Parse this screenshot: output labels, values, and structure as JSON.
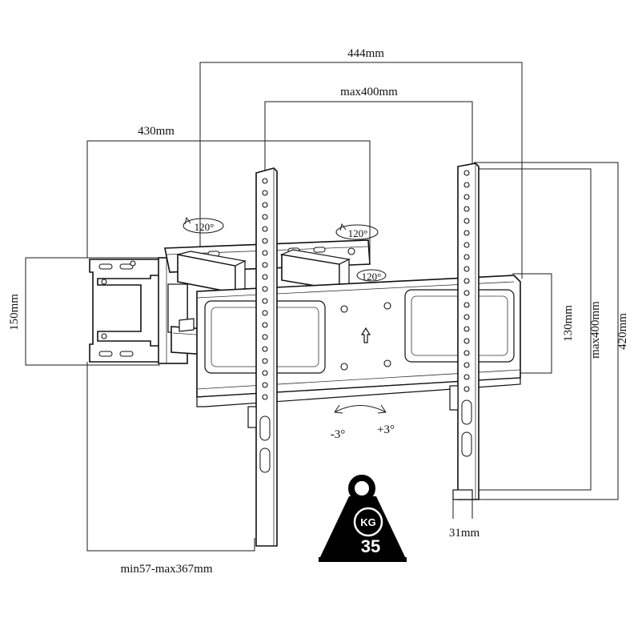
{
  "dimensions": {
    "width_444": "444mm",
    "max_400_top": "max400mm",
    "width_430": "430mm",
    "height_150": "150mm",
    "height_130": "130mm",
    "max_400_side": "max400mm",
    "height_420": "420mm",
    "depth_31": "31mm",
    "extension": "min57-max367mm"
  },
  "rotation": {
    "swivel_left": "120°",
    "swivel_right": "120°",
    "swivel_plate": "120°",
    "tilt_minus": "-3°",
    "tilt_plus": "+3°"
  },
  "weight": {
    "unit": "KG",
    "value": "35"
  },
  "colors": {
    "line": "#111111",
    "background": "#ffffff",
    "weight_badge": "#000000"
  }
}
